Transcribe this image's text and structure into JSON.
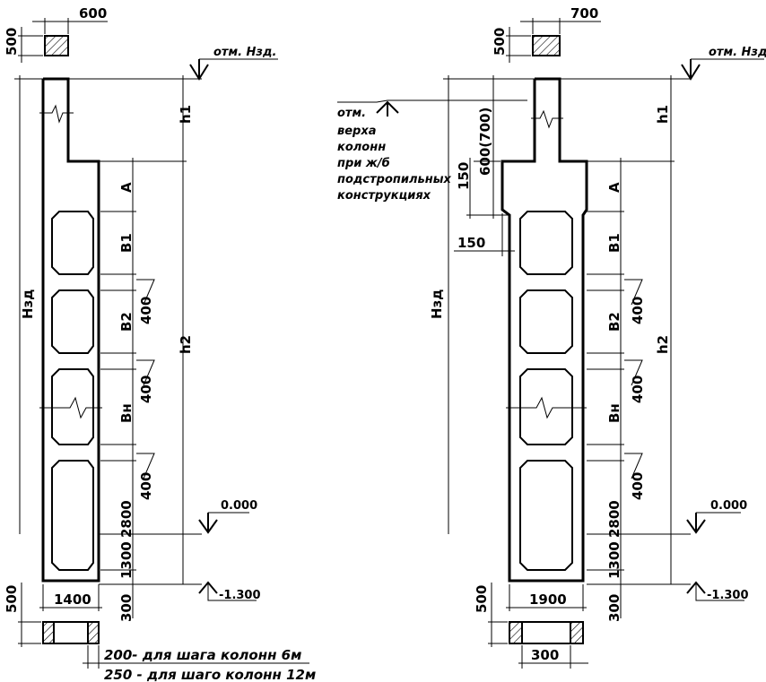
{
  "left": {
    "top_width": "600",
    "top_height": "500",
    "level_top": "отм. Нзд.",
    "total_height": "Нзд",
    "h1": "h1",
    "h2": "h2",
    "A": "А",
    "B1": "В1",
    "B2": "В2",
    "Bn": "Вн",
    "gap1": "400",
    "gap2": "400",
    "gap3": "400",
    "dim2800": "2800",
    "dim1300": "1300",
    "dim300": "300",
    "level_zero": "0.000",
    "level_bottom": "-1.300",
    "bottom_width": "1400",
    "bottom_height": "500",
    "note1": "200- для шага колонн 6м",
    "note2": "250 - для шаго колонн 12м"
  },
  "right": {
    "top_width": "700",
    "top_height": "500",
    "level_top": "отм. Нзд.",
    "total_height": "Нзд",
    "h1": "h1",
    "h2": "h2",
    "A": "А",
    "B1": "В1",
    "B2": "В2",
    "Bn": "Вн",
    "gap1": "400",
    "gap2": "400",
    "gap3": "400",
    "dim2800": "2800",
    "dim1300": "1300",
    "dim300": "300",
    "level_zero": "0.000",
    "level_bottom": "-1.300",
    "bottom_width": "1900",
    "bottom_height": "500",
    "bottom_inner": "300",
    "dim_600_700": "600(700)",
    "dim150_v": "150",
    "dim150_h": "150",
    "note_lines": [
      "отм.",
      "верха",
      "колонн",
      "при ж/б",
      "подстропильных",
      "конструкциях"
    ]
  }
}
